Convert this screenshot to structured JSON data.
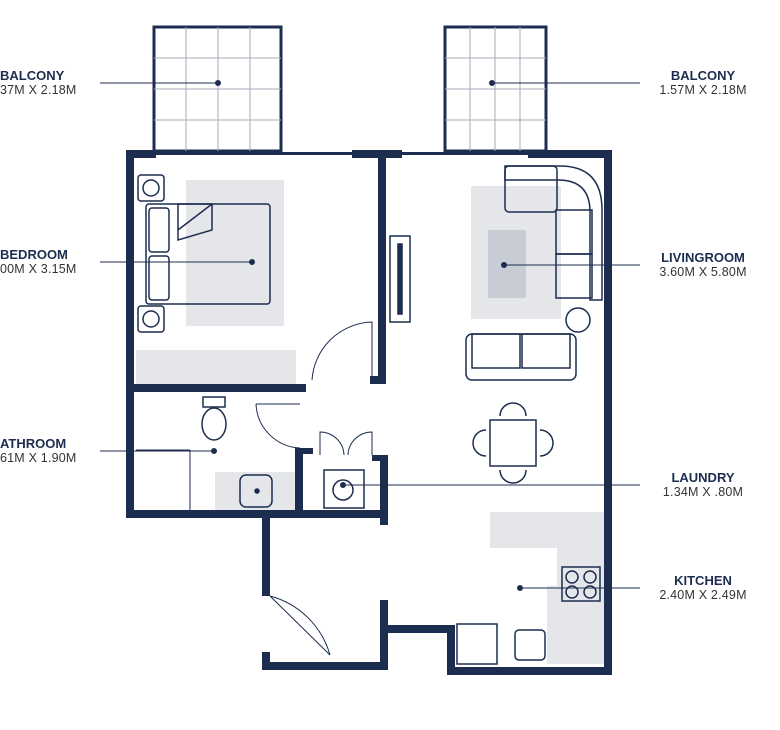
{
  "colors": {
    "wall": "#1c2d4f",
    "furniture_fill": "#e4e6ea",
    "line": "#1c2d4f"
  },
  "labels": {
    "balcony_left": {
      "name": "BALCONY",
      "dims": "37M X 2.18M"
    },
    "bedroom": {
      "name": "BEDROOM",
      "dims": "00M X 3.15M"
    },
    "bathroom": {
      "name": "ATHROOM",
      "dims": "61M X 1.90M"
    },
    "balcony_right": {
      "name": "BALCONY",
      "dims": "1.57M X 2.18M"
    },
    "livingroom": {
      "name": "LIVINGROOM",
      "dims": "3.60M X 5.80M"
    },
    "laundry": {
      "name": "LAUNDRY",
      "dims": "1.34M X .80M"
    },
    "kitchen": {
      "name": "KITCHEN",
      "dims": "2.40M X 2.49M"
    }
  }
}
